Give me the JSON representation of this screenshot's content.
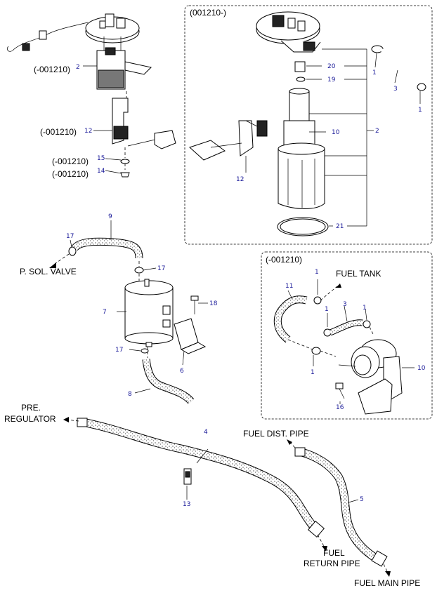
{
  "diagram": {
    "texts": {
      "t_001210_a": "(-001210)",
      "t_001210_b": "(-001210)",
      "t_001210_c": "(-001210)",
      "t_001210_d": "(-001210)",
      "t_new_box": "(001210-)",
      "t_old_box": "(-001210)",
      "t_psol": "P. SOL. VALVE",
      "t_fueltank": "FUEL TANK",
      "t_pre": "PRE.",
      "t_regulator": "REGULATOR",
      "t_distpipe": "FUEL DIST. PIPE",
      "t_fuel": "FUEL",
      "t_return": "RETURN PIPE",
      "t_mainpipe": "FUEL MAIN PIPE"
    },
    "numbers": {
      "n2a": "2",
      "n12a": "12",
      "n15": "15",
      "n14": "14",
      "n20": "20",
      "n19": "19",
      "n10a": "10",
      "n2b": "2",
      "n12b": "12",
      "n21": "21",
      "n1a": "1",
      "n3a": "3",
      "n1b": "1",
      "n9": "9",
      "n17a": "17",
      "n17b": "17",
      "n7": "7",
      "n18": "18",
      "n17c": "17",
      "n6": "6",
      "n8": "8",
      "n1c": "1",
      "n11": "11",
      "n3b": "3",
      "n1d": "1",
      "n1e": "1",
      "n1f": "1",
      "n10b": "10",
      "n16": "16",
      "n4": "4",
      "n13": "13",
      "n5": "5"
    }
  }
}
